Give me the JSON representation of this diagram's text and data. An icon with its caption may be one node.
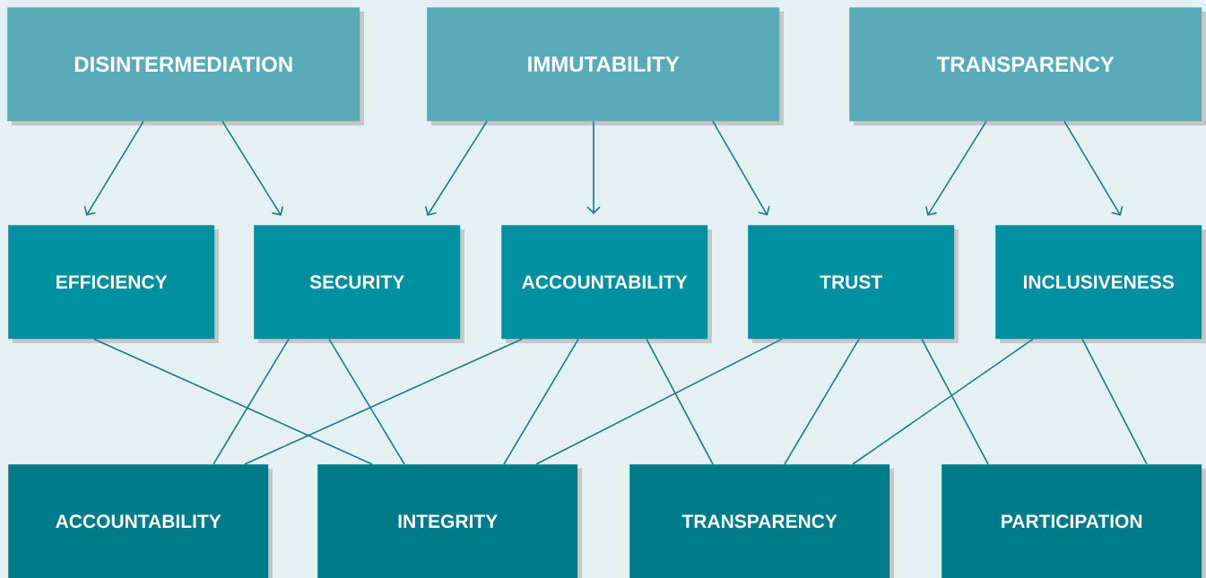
{
  "diagram": {
    "nodes": [
      {
        "text": [
          "DISINTERMEDIATION"
        ]
      },
      {
        "text": [
          "IMMUTABILITY"
        ]
      },
      {
        "text": [
          "TRANSPARENCY"
        ]
      },
      {
        "text": [
          "EFFICIENCY"
        ]
      },
      {
        "text": [
          "SECURITY"
        ]
      },
      {
        "text": [
          "ACCOUNTABILITY"
        ]
      },
      {
        "text": [
          "TRUST"
        ]
      },
      {
        "text": [
          "INCLUSIVENESS"
        ]
      },
      {
        "text": [
          "ACCOUNTABILITY"
        ]
      },
      {
        "text": [
          "INTEGRITY"
        ]
      },
      {
        "text": [
          "TRANSPARENCY"
        ]
      },
      {
        "text": [
          "PARTICIPATION"
        ]
      }
    ],
    "edges": [
      {
        "from": 0,
        "to": 3,
        "arrow": "to"
      },
      {
        "from": 0,
        "to": 4,
        "arrow": "to"
      },
      {
        "from": 1,
        "to": 4,
        "arrow": "to"
      },
      {
        "from": 1,
        "to": 5,
        "arrow": "to"
      },
      {
        "from": 1,
        "to": 6,
        "arrow": "to"
      },
      {
        "from": 2,
        "to": 6,
        "arrow": "to"
      },
      {
        "from": 2,
        "to": 7,
        "arrow": "to"
      },
      {
        "from": 3,
        "to": 9,
        "arrow": "none"
      },
      {
        "from": 4,
        "to": 8,
        "arrow": "none"
      },
      {
        "from": 4,
        "to": 9,
        "arrow": "none"
      },
      {
        "from": 5,
        "to": 8,
        "arrow": "none"
      },
      {
        "from": 5,
        "to": 9,
        "arrow": "none"
      },
      {
        "from": 5,
        "to": 10,
        "arrow": "none"
      },
      {
        "from": 6,
        "to": 9,
        "arrow": "none"
      },
      {
        "from": 6,
        "to": 10,
        "arrow": "none"
      },
      {
        "from": 6,
        "to": 11,
        "arrow": "none"
      },
      {
        "from": 7,
        "to": 10,
        "arrow": "none"
      },
      {
        "from": 7,
        "to": 11,
        "arrow": "none"
      }
    ]
  }
}
